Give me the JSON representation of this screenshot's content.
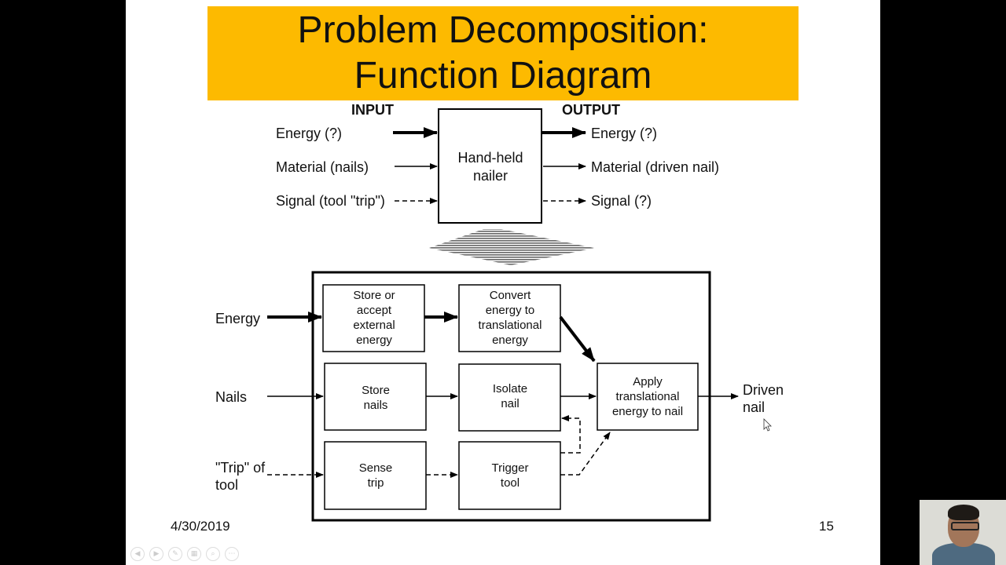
{
  "title": {
    "line1": "Problem Decomposition:",
    "line2": "Function Diagram"
  },
  "top": {
    "input_header": "INPUT",
    "output_header": "OUTPUT",
    "box_line1": "Hand-held",
    "box_line2": "nailer",
    "inputs": [
      "Energy (?)",
      "Material (nails)",
      "Signal (tool \"trip\")"
    ],
    "outputs": [
      "Energy (?)",
      "Material (driven nail)",
      "Signal (?)"
    ]
  },
  "bottom": {
    "inputs": {
      "energy": "Energy",
      "nails": "Nails",
      "trip_line1": "\"Trip\" of",
      "trip_line2": "tool"
    },
    "output_line1": "Driven",
    "output_line2": "nail",
    "boxes": {
      "store_energy": [
        "Store or",
        "accept",
        "external",
        "energy"
      ],
      "convert": [
        "Convert",
        "energy to",
        "translational",
        "energy"
      ],
      "store_nails": [
        "Store",
        "nails"
      ],
      "isolate": [
        "Isolate",
        "nail"
      ],
      "sense": [
        "Sense",
        "trip"
      ],
      "trigger": [
        "Trigger",
        "tool"
      ],
      "apply": [
        "Apply",
        "translational",
        "energy to nail"
      ]
    }
  },
  "footer": {
    "date": "4/30/2019",
    "page": "15"
  },
  "colors": {
    "title_bg": "#FDBA00",
    "background": "#000000",
    "slide": "#FFFFFF"
  },
  "toolbar_icons": [
    "prev-icon",
    "next-icon",
    "pen-icon",
    "slides-icon",
    "zoom-icon",
    "more-icon"
  ]
}
